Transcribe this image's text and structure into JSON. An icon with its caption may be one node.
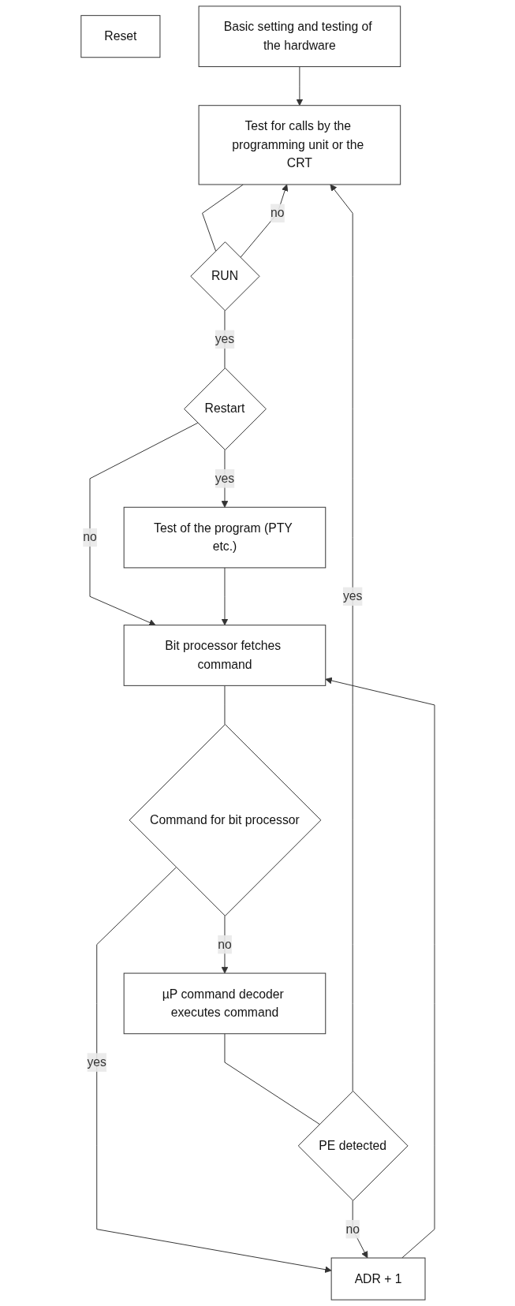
{
  "diagram": {
    "nodes": [
      {
        "text": [
          "Reset"
        ]
      },
      {
        "text": [
          "Basic setting and testing of the hardware"
        ]
      },
      {
        "text": [
          "Test for calls by the programming unit or the CRT"
        ]
      },
      {
        "text": [
          "RUN"
        ]
      },
      {
        "text": [
          "Restart"
        ]
      },
      {
        "text": [
          "Test of the program (PTY etc.)"
        ]
      },
      {
        "text": [
          "Bit processor fetches command"
        ]
      },
      {
        "text": [
          "ADR + 1"
        ]
      },
      {
        "text": [
          "Command for bit processor"
        ]
      },
      {
        "text": [
          "µP command decoder executes command"
        ]
      },
      {
        "text": [
          "PE detected"
        ]
      }
    ],
    "edges": [
      {
        "from": 1,
        "to": 2,
        "arrow": "to"
      },
      {
        "from": 2,
        "to": 3,
        "arrow": "none"
      },
      {
        "from": 3,
        "to": 2,
        "arrow": "to",
        "label": "no"
      },
      {
        "from": 3,
        "to": 4,
        "arrow": "none",
        "label": "yes"
      },
      {
        "from": 4,
        "to": 5,
        "arrow": "to",
        "label": "yes"
      },
      {
        "from": 4,
        "to": 6,
        "arrow": "to",
        "label": "no"
      },
      {
        "from": 5,
        "to": 6,
        "arrow": "to"
      },
      {
        "from": 7,
        "to": 6,
        "arrow": "to"
      },
      {
        "from": 6,
        "to": 8,
        "arrow": "none"
      },
      {
        "from": 8,
        "to": 7,
        "arrow": "to",
        "label": "yes"
      },
      {
        "from": 8,
        "to": 9,
        "arrow": "to",
        "label": "no"
      },
      {
        "from": 9,
        "to": 10,
        "arrow": "none"
      },
      {
        "from": 10,
        "to": 7,
        "arrow": "to",
        "label": "no"
      },
      {
        "from": 10,
        "to": 2,
        "arrow": "to",
        "label": "yes"
      }
    ]
  }
}
